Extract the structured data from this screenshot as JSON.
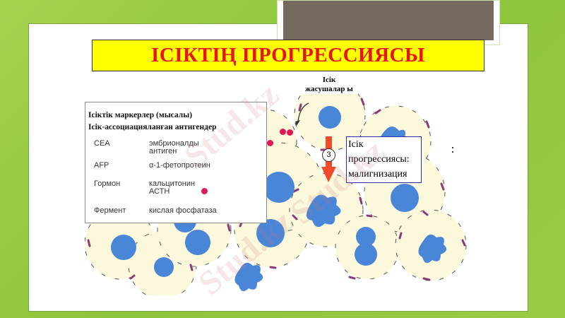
{
  "slide": {
    "title": "ІСІКТІҢ ПРОГРЕССИЯСЫ",
    "tumor_cells_label_line1": "Ісік",
    "tumor_cells_label_line2": "жасушалар ы",
    "progression_box": {
      "line1": "Ісік",
      "line2": "прогрессиясы:",
      "line3": "малигнизация"
    },
    "step_number": "3",
    "markers": {
      "heading1": "Ісіктік  маркерлер (мысалы)",
      "heading2": "Ісік-ассоциацияланған антигендер",
      "rows": [
        {
          "key": "CEA",
          "value": "эмбрионалды",
          "value2": "антиген"
        },
        {
          "key": "AFP",
          "value": "α-1-фетопротеин",
          "value2": ""
        },
        {
          "key": "Гормон",
          "value": "кальцитонин",
          "value2": "АСТН"
        },
        {
          "key": "Фермент",
          "value": "кислая фосфатаза",
          "value2": ""
        }
      ]
    },
    "watermark": "Stud.kz"
  },
  "colors": {
    "background_green": "#9bcc45",
    "banner_yellow": "#ffff00",
    "title_red": "#e8141b",
    "cell_fill": "#fbf8dc",
    "nucleus_blue": "#4a86d8",
    "membrane_purple": "#8a3a7a",
    "arrow_red": "#f04a2a",
    "box_border": "#2b2fa6"
  }
}
